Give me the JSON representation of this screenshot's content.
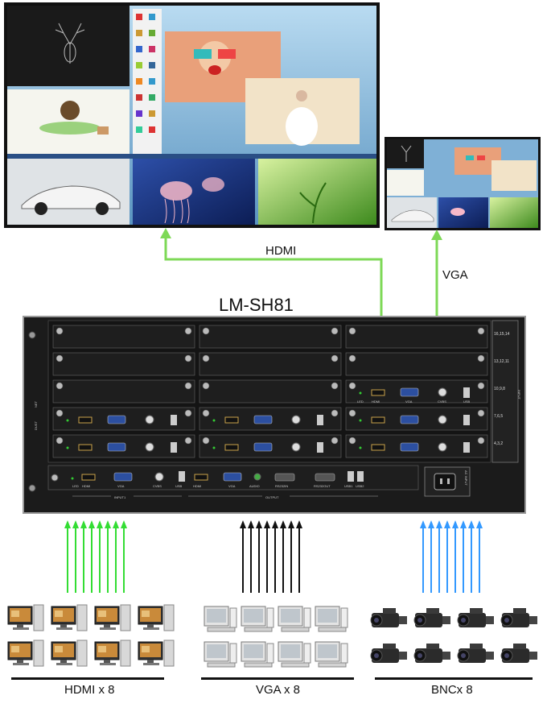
{
  "title": "LM-SH81",
  "links": {
    "left": "HDMI",
    "right": "VGA"
  },
  "inputs": {
    "hdmi": "HDMI x 8",
    "vga": "VGA x 8",
    "bnc": "BNCx 8"
  },
  "chassis": {
    "slot_labels": [
      "16,15,14",
      "13,12,11",
      "10,9,8",
      "7,6,5",
      "4,3,2"
    ],
    "side_left": "DUST",
    "side_right": "INPUT",
    "port_labels": {
      "led": "LED",
      "hdmi": "HDMI",
      "vga": "VGA",
      "cvbs": "CVBS",
      "usb": "USB"
    },
    "bottom_ports": [
      "HDMI",
      "VGA",
      "AUDIO",
      "RS232IN",
      "RS232OUT",
      "USB1",
      "USB2"
    ],
    "input_group": "INPUT1",
    "output_group": "OUTPUT",
    "ac_input": "AC INPUT"
  },
  "colors": {
    "hdmi_link": "#7ed957",
    "vga_link": "#7ed957",
    "hdmi_arrows": "#33dd33",
    "vga_arrows": "#111111",
    "bnc_arrows": "#3399ff"
  }
}
